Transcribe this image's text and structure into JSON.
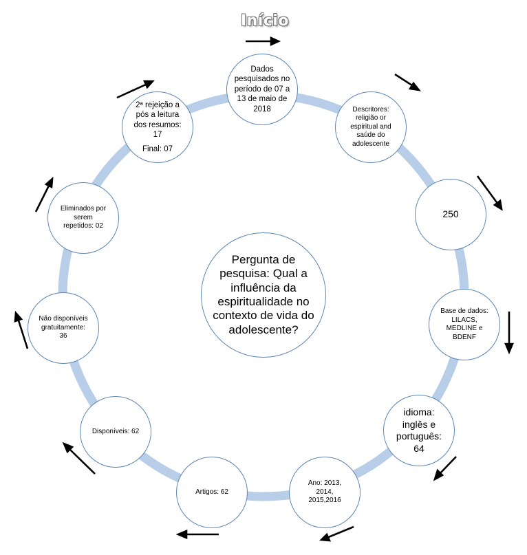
{
  "title": "Início",
  "center": {
    "text": "Pergunta de pesquisa: Qual a influência da espiritualidade no contexto de vida do adolescente?"
  },
  "nodes": [
    {
      "id": "n1",
      "text": "Dados pesquisados no período de 07 a 13 de maio de 2018"
    },
    {
      "id": "n2",
      "text": "Descritores: religião or espiritual and saúde do adolescente"
    },
    {
      "id": "n3",
      "text": "250"
    },
    {
      "id": "n4",
      "text": "Base de dados: LILACS, MEDLINE e BDENF"
    },
    {
      "id": "n5",
      "text": "idioma: inglês e português: 64"
    },
    {
      "id": "n6",
      "text": "Ano: 2013, 2014, 2015,2016"
    },
    {
      "id": "n7",
      "text": "Artigos: 62"
    },
    {
      "id": "n8",
      "text": "Disponíveis: 62"
    },
    {
      "id": "n9",
      "text": "Não disponíveis gratuitamente: 36"
    },
    {
      "id": "n10",
      "text": "Eliminados por serem repetidos: 02"
    },
    {
      "id": "n11",
      "text": "2ª rejeição a pós a leitura dos resumos: 17",
      "text2": "Final: 07"
    }
  ],
  "colors": {
    "ring": "#b7cde8",
    "node_border": "#5b86b5",
    "arrow": "#000000"
  }
}
